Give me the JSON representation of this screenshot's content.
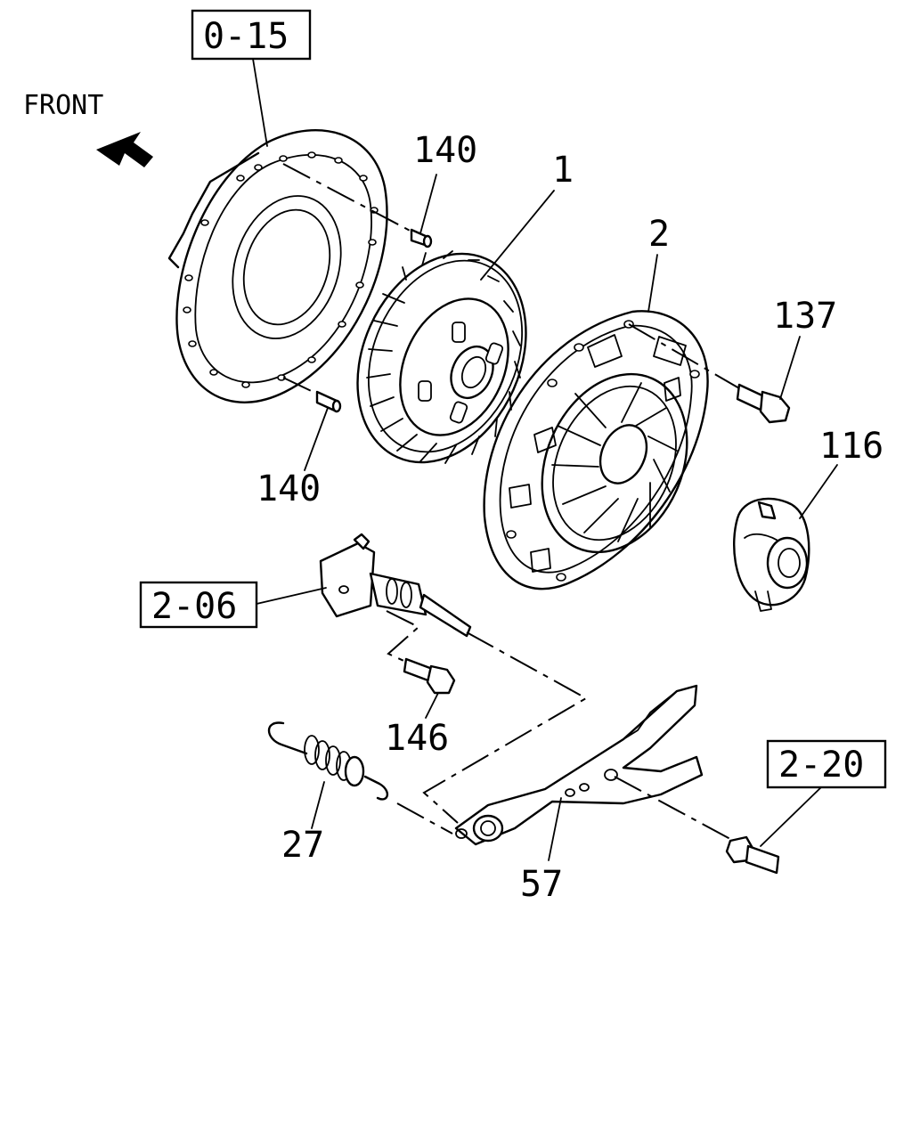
{
  "direction_label": "FRONT",
  "callouts": {
    "ref_flywheel": "0-15",
    "ref_slave_cylinder": "2-06",
    "ref_pivot": "2-20",
    "pin_upper": "140",
    "pin_lower": "140",
    "clutch_disc": "1",
    "pressure_plate": "2",
    "bolt_137": "137",
    "release_bearing": "116",
    "bolt_146": "146",
    "spring": "27",
    "release_fork": "57"
  }
}
